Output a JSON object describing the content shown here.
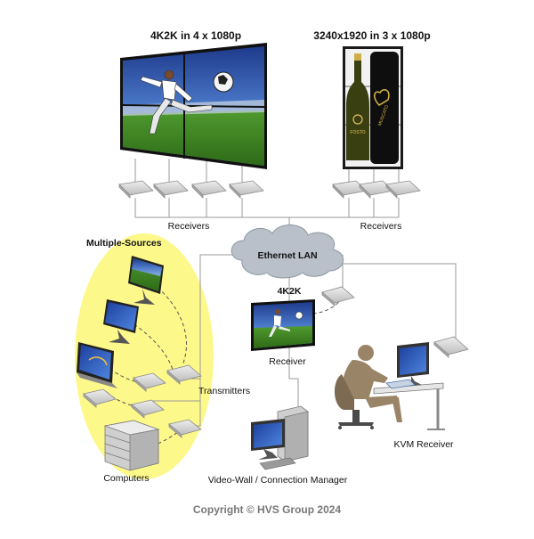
{
  "diagram": {
    "wall_left_title": "4K2K in 4 x 1080p",
    "wall_right_title": "3240x1920 in 3 x 1080p",
    "receivers_left_label": "Receivers",
    "receivers_right_label": "Receivers",
    "ethernet_label": "Ethernet LAN",
    "sources_title": "Multiple-Sources",
    "display_4k_title": "4K2K",
    "receiver_label": "Receiver",
    "transmitters_label": "Transmitters",
    "computers_label": "Computers",
    "manager_label": "Video-Wall / Connection Manager",
    "kvm_label": "KVM Receiver",
    "copyright": "Copyright © HVS Group 2024",
    "bottle_text_1": "FOSTO",
    "bottle_text_2": "MUSCATO"
  },
  "colors": {
    "highlight": "#fdf88a",
    "cloud": "#b9c0c9",
    "line": "#9a9a9a",
    "device": "#d7d7d7",
    "person": "#9a8467",
    "screen_blue": "#2f64c8",
    "copyright_text": "#777777"
  }
}
